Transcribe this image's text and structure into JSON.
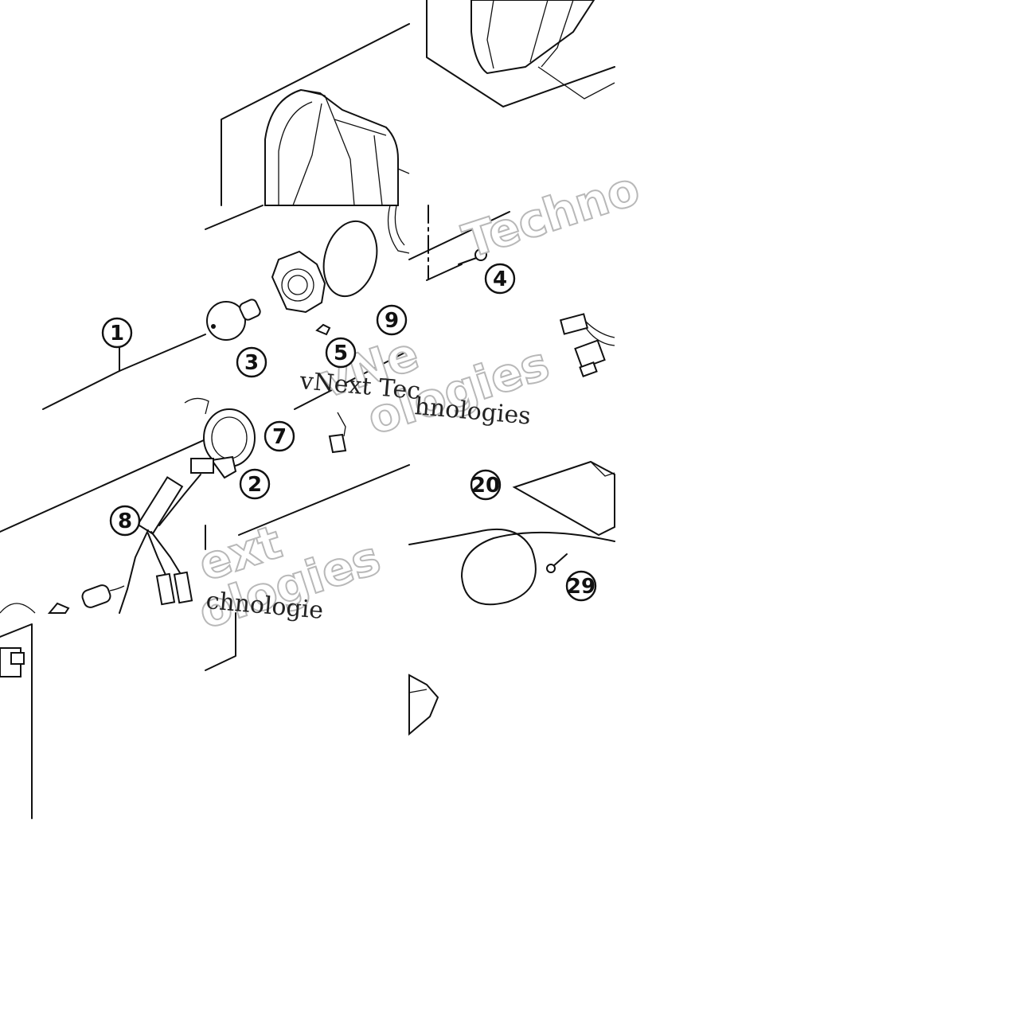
{
  "diagram": {
    "callouts": [
      "1",
      "2",
      "3",
      "4",
      "5",
      "7",
      "8",
      "9",
      "20",
      "29"
    ],
    "watermarks": {
      "outline_1": "Techno",
      "outline_2": "vNe",
      "outline_3": "ext",
      "outline_4": "ologies",
      "outline_5": "ologies",
      "serif_1": "vNext Tec",
      "serif_2": "hnologies",
      "serif_3": "chnologie"
    }
  }
}
